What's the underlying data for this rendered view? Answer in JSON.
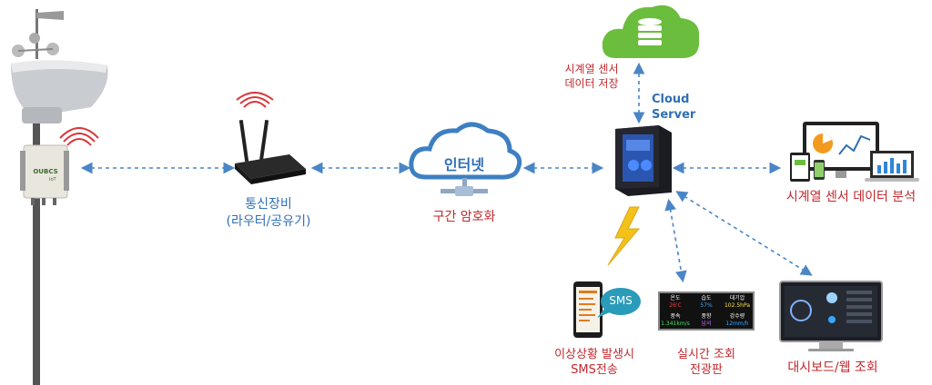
{
  "router_label": {
    "line1": "통신장비",
    "line2": "(라우터/공유기)"
  },
  "internet": {
    "label": "인터넷",
    "sub": "구간 암호화"
  },
  "cloud_storage": {
    "line1": "시계열 센서",
    "line2": "데이터 저장"
  },
  "server": {
    "line1": "Cloud",
    "line2": "Server"
  },
  "analysis": {
    "label": "시계열 센서 데이터 분석"
  },
  "sms": {
    "badge": "SMS",
    "line1": "이상상황 발생시",
    "line2": "SMS전송"
  },
  "board": {
    "line1": "실시간 조회",
    "line2": "전광판",
    "cells": [
      {
        "name": "온도",
        "value": "26'C",
        "color": "#ff3b3b"
      },
      {
        "name": "습도",
        "value": "57%",
        "color": "#3aa6ff"
      },
      {
        "name": "대기압",
        "value": "102.5hPa",
        "color": "#ffe14a"
      },
      {
        "name": "풍속",
        "value": "1.341km/s",
        "color": "#46e35a"
      },
      {
        "name": "풍향",
        "value": "남서",
        "color": "#c86bff"
      },
      {
        "name": "강수량",
        "value": "12mm/h",
        "color": "#3aa6ff"
      }
    ]
  },
  "dashboard": {
    "label": "대시보드/웹 조회"
  },
  "logger": {
    "brand": "OUBCS",
    "model": "IoT"
  },
  "colors": {
    "blue_text": "#2f6fb5",
    "red_text": "#c0282d",
    "arrow": "#4a86c6",
    "cloud_green": "#6bbd3e",
    "cloud_blue": "#3d7fc2"
  }
}
